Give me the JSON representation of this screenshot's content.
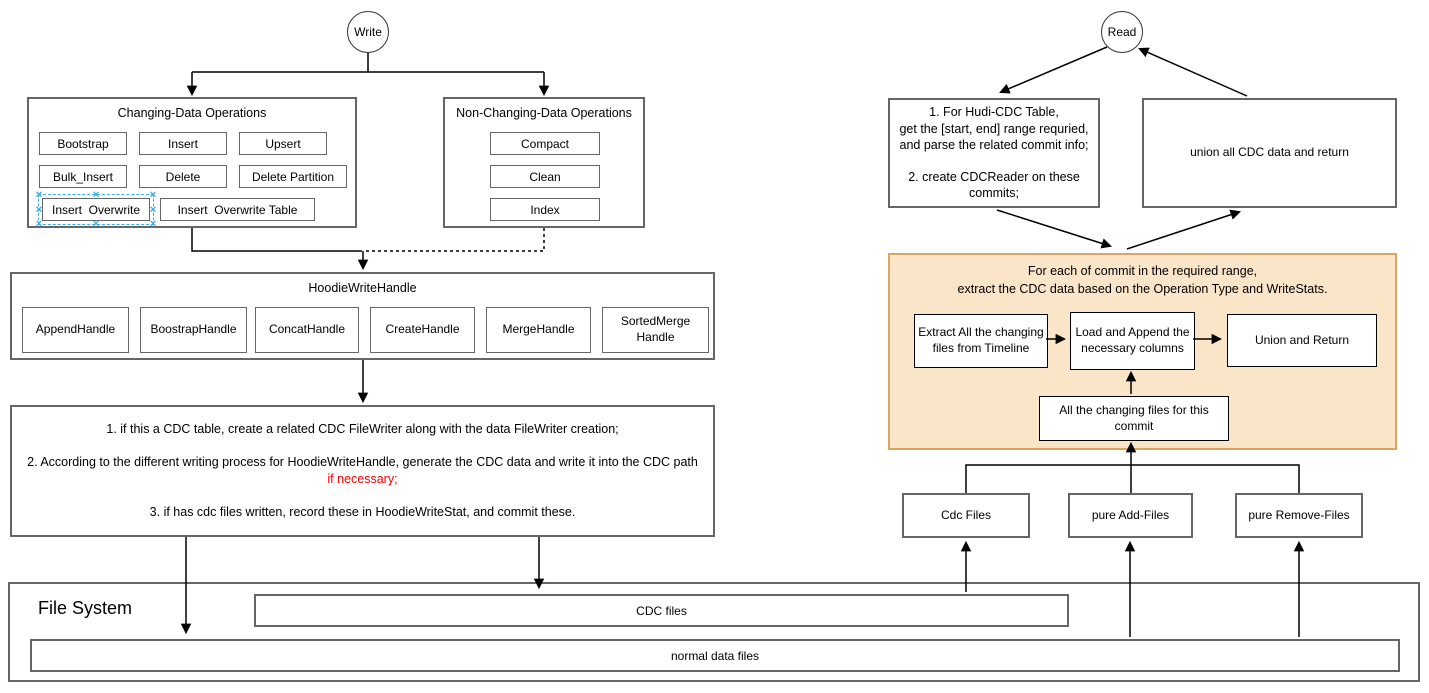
{
  "write": {
    "start": "Write",
    "changing_ops": {
      "title": "Changing-Data Operations",
      "buttons": [
        "Bootstrap",
        "Insert",
        "Upsert",
        "Bulk_Insert",
        "Delete",
        "Delete Partition",
        "Insert  Overwrite",
        "Insert  Overwrite Table"
      ],
      "selected_button": "Insert  Overwrite"
    },
    "non_changing_ops": {
      "title": "Non-Changing-Data Operations",
      "buttons": [
        "Compact",
        "Clean",
        "Index"
      ]
    },
    "write_handle": {
      "title": "HoodieWriteHandle",
      "handles": [
        "AppendHandle",
        "BoostrapHandle",
        "ConcatHandle",
        "CreateHandle",
        "MergeHandle",
        "SortedMerge Handle"
      ]
    },
    "steps": {
      "step1": "1. if this a CDC table, create a related CDC FileWriter along with the data FileWriter creation;",
      "step2_prefix": "2. According to the different writing process for HoodieWriteHandle, generate the CDC data and write it into the CDC path ",
      "step2_red": "if necessary;",
      "step3": "3. if has cdc files written, record these in HoodieWriteStat, and commit these."
    }
  },
  "read": {
    "start": "Read",
    "prepare": {
      "line1": "1. For Hudi-CDC Table,",
      "line2": "get the [start, end] range requried,",
      "line3": "and parse the related commit info;",
      "line4": "2. create CDCReader on these commits;"
    },
    "union_all": "union all CDC data and return",
    "per_commit": {
      "title_line1": "For each of commit in the required range,",
      "title_line2": "extract the CDC data based on the Operation Type and WriteStats.",
      "extract_box": "Extract All the changing files from Timeline",
      "load_box": "Load and Append the necessary columns",
      "union_box": "Union and Return",
      "changing_files_box": "All the changing files for this commit"
    },
    "file_boxes": [
      "Cdc Files",
      "pure Add-Files",
      "pure Remove-Files"
    ]
  },
  "file_system": {
    "title": "File System",
    "cdc_bar": "CDC files",
    "normal_bar": "normal data files"
  },
  "icons": {
    "selection_handle": "✕"
  },
  "colors": {
    "shape_border": "#666666",
    "orange_fill": "#FBE5C9",
    "orange_border": "#DBA45F",
    "selection_blue": "#3AAEE3",
    "warning_red": "#FF0000",
    "arrow_black": "#000000"
  }
}
